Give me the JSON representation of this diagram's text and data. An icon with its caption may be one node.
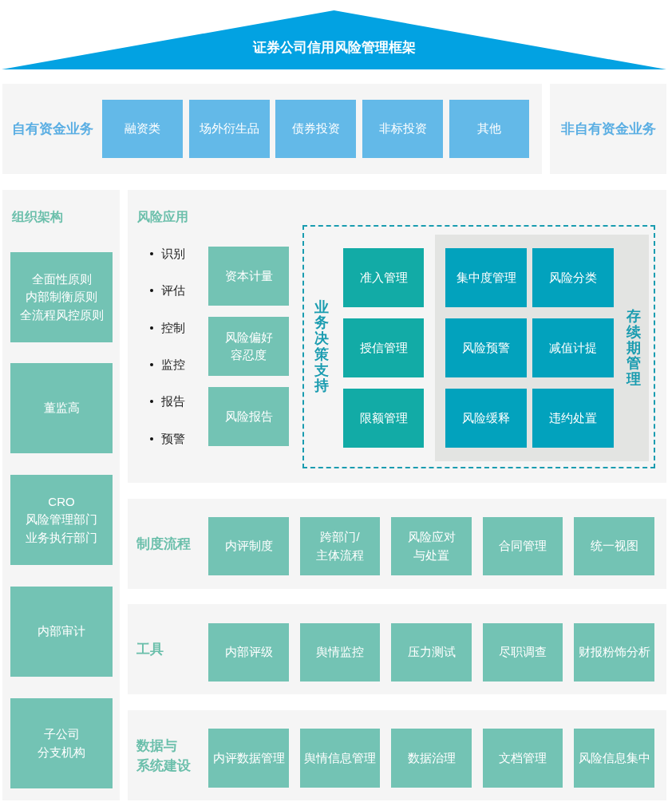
{
  "diagram": {
    "nodes": [
      {
        "text": [
          "证券公司信用风险管理框架"
        ]
      },
      {
        "text": [
          "自有资金业务"
        ]
      },
      {
        "text": [
          "融资类"
        ],
        "in": 1
      },
      {
        "text": [
          "场外衍生品"
        ],
        "in": 1
      },
      {
        "text": [
          "债券投资"
        ],
        "in": 1
      },
      {
        "text": [
          "非标投资"
        ],
        "in": 1
      },
      {
        "text": [
          "其他"
        ],
        "in": 1
      },
      {
        "text": [
          "非自有资金业务"
        ]
      },
      {
        "text": [
          "组织架构"
        ]
      },
      {
        "text": [
          "全面性原则内部制衡原则全流程风控原则"
        ],
        "in": 8
      },
      {
        "text": [
          "董监高"
        ],
        "in": 8
      },
      {
        "text": [
          "CRO风险管理部门业务执行部门"
        ],
        "in": 8
      },
      {
        "text": [
          "内部审计"
        ],
        "in": 8
      },
      {
        "text": [
          "子公司分支机构"
        ],
        "in": 8
      },
      {
        "text": [
          "风险应用"
        ]
      },
      {
        "text": [
          "资本计量"
        ],
        "in": 14
      },
      {
        "text": [
          "风险偏好容忍度"
        ],
        "in": 14
      },
      {
        "text": [
          "风险报告"
        ],
        "in": 14
      },
      {
        "text": [
          "业务决策支持"
        ],
        "in": 14
      },
      {
        "text": [
          "准入管理"
        ],
        "in": 18
      },
      {
        "text": [
          "授信管理"
        ],
        "in": 18
      },
      {
        "text": [
          "限额管理"
        ],
        "in": 18
      },
      {
        "text": [
          "存续期管理"
        ],
        "in": 18
      },
      {
        "text": [
          "集中度管理"
        ],
        "in": 22
      },
      {
        "text": [
          "风险分类"
        ],
        "in": 22
      },
      {
        "text": [
          "风险预警"
        ],
        "in": 22
      },
      {
        "text": [
          "减值计提"
        ],
        "in": 22
      },
      {
        "text": [
          "风险缓释"
        ],
        "in": 22
      },
      {
        "text": [
          "违约处置"
        ],
        "in": 22
      },
      {
        "text": [
          "制度流程"
        ]
      },
      {
        "text": [
          "内评制度"
        ],
        "in": 29
      },
      {
        "text": [
          "跨部门/主体流程"
        ],
        "in": 29
      },
      {
        "text": [
          "风险应对与处置"
        ],
        "in": 29
      },
      {
        "text": [
          "合同管理"
        ],
        "in": 29
      },
      {
        "text": [
          "统一视图"
        ],
        "in": 29
      },
      {
        "text": [
          "工具"
        ]
      },
      {
        "text": [
          "内部评级"
        ],
        "in": 35
      },
      {
        "text": [
          "舆情监控"
        ],
        "in": 35
      },
      {
        "text": [
          "压力测试"
        ],
        "in": 35
      },
      {
        "text": [
          "尽职调查"
        ],
        "in": 35
      },
      {
        "text": [
          "财报粉饰分析"
        ],
        "in": 35
      },
      {
        "text": [
          "数据与系统建设"
        ]
      },
      {
        "text": [
          "内评数据管理"
        ],
        "in": 41
      },
      {
        "text": [
          "舆情信息管理"
        ],
        "in": 41
      },
      {
        "text": [
          "数据治理"
        ],
        "in": 41
      },
      {
        "text": [
          "文档管理"
        ],
        "in": 41
      },
      {
        "text": [
          "风险信息集中"
        ],
        "in": 41
      }
    ],
    "labels": [
      "识别",
      "评估",
      "控制",
      "监控",
      "报告",
      "预警"
    ]
  }
}
